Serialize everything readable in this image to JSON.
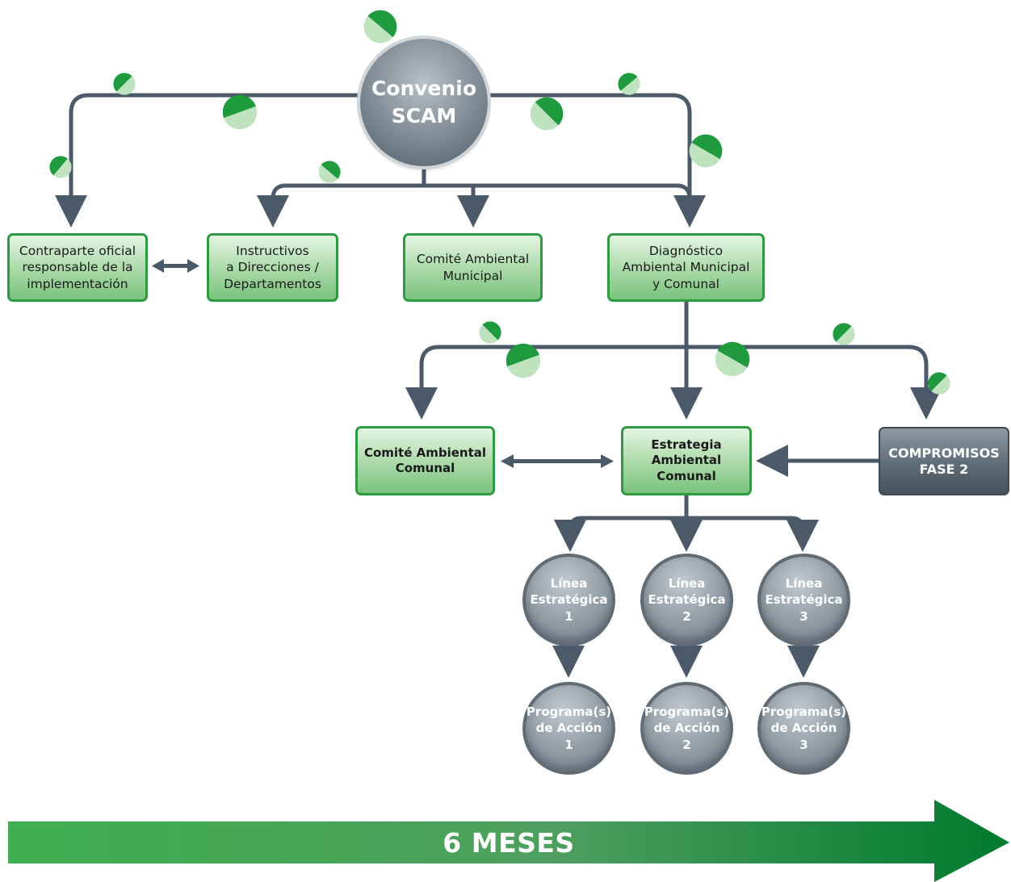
{
  "root": {
    "label": "Convenio\nSCAM"
  },
  "level1": [
    {
      "label": "Contraparte oficial\nresponsable de la\nimplementación"
    },
    {
      "label": "Instructivos\na Direcciones /\nDepartamentos"
    },
    {
      "label": "Comité  Ambiental\nMunicipal"
    },
    {
      "label": "Diagnóstico\nAmbiental Municipal\ny Comunal"
    }
  ],
  "level2": {
    "comite": "Comité Ambiental\nComunal",
    "estrategia": "Estrategia\nAmbiental\nComunal",
    "compromisos": "COMPROMISOS\nFASE 2"
  },
  "lineas": [
    {
      "label": "Línea\nEstratégica\n1"
    },
    {
      "label": "Línea\nEstratégica\n2"
    },
    {
      "label": "Línea\nEstratégica\n3"
    }
  ],
  "programas": [
    {
      "label": "Programa(s)\nde Acción\n1"
    },
    {
      "label": "Programa(s)\nde Acción\n2"
    },
    {
      "label": "Programa(s)\nde Acción\n3"
    }
  ],
  "timeline": {
    "label": "6 MESES"
  },
  "colors": {
    "line": "#4a5a68",
    "green_border": "#2e9b43",
    "leaf_dark": "#1f9a3e",
    "leaf_light": "#bfe3bf",
    "arrow_start": "#3fae4f",
    "arrow_end": "#007a2e"
  },
  "icons": [
    "leaf-icon"
  ]
}
